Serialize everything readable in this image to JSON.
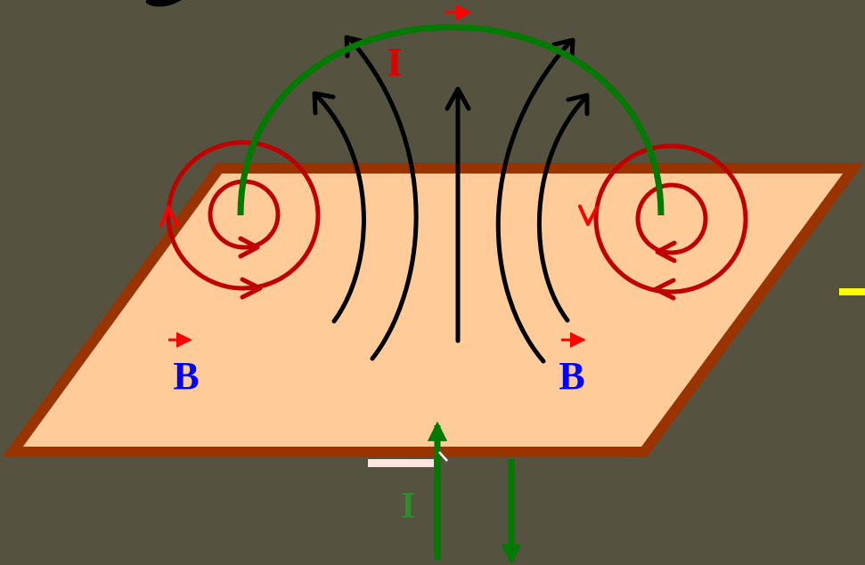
{
  "diagram": {
    "labels": {
      "current_top": "I",
      "current_bottom": "I",
      "field_left": "B",
      "field_right": "B"
    },
    "colors": {
      "background": "#555340",
      "plate_fill": "#ffcb99",
      "plate_border": "#993300",
      "current_wire": "#007a00",
      "field_loops": "#c00000",
      "field_lines": "#000000",
      "vector_arrow": "#ff0000",
      "label_B": "#0000ff",
      "label_I_top": "#e00000",
      "label_I_bottom": "#2e8b2e",
      "edge_mark": "#ffff00",
      "slot_mark": "#ffe4e1"
    }
  }
}
